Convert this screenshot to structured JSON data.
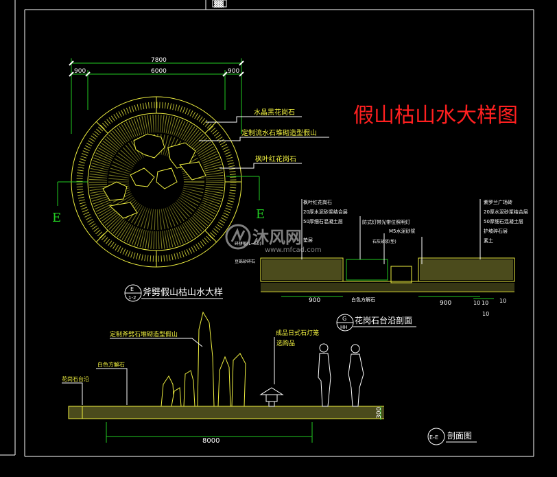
{
  "title": "假山枯山水大样图",
  "plan": {
    "dims": {
      "total": "7800",
      "left": "900",
      "mid": "6000",
      "right": "900"
    },
    "labels": [
      "水晶黑花岗石",
      "定制流水石堆砌造型假山",
      "枫叶红花岗石"
    ],
    "section_marks": [
      "E",
      "E"
    ],
    "caption": "斧劈假山枯山水大样",
    "tag_top": "E",
    "tag_bottom": "1-2"
  },
  "detail": {
    "left_layers": [
      "枫叶红花岗石",
      "20厚水泥砂浆结合层",
      "50厚细石混凝土层",
      "垫层"
    ],
    "mid_label": "防式灯带光带位照明灯",
    "mid_label2": "M5水泥砂浆",
    "right_layers": [
      "紫罗兰广场砖",
      "20厚水泥砂浆结合层",
      "50厚细石混凝土层",
      "护坡碎石层",
      "素土"
    ],
    "small_labels": [
      "碎拼板(L=50)",
      "豆砾砂碎石",
      "石灰砂浆(垫)"
    ],
    "bottom_label": "白色方解石",
    "dims": [
      "900",
      "900",
      "10",
      "10",
      "10",
      "10"
    ],
    "caption": "花岗石台沿剖面",
    "tag_top": "G",
    "tag_bottom": "HH"
  },
  "section": {
    "labels": [
      "定制斧劈石堆砌造型假山",
      "白色方解石",
      "花岗石台沿",
      "成品日式石灯笼",
      "选购品"
    ],
    "dim_width": "8000",
    "dim_height": "300",
    "caption": "剖面图",
    "tag": "E-E"
  },
  "watermark": {
    "brand": "沐风网",
    "url": "www.mfcad.com"
  },
  "colors": {
    "line": "#f0f040",
    "green": "#22cc22",
    "white": "#ffffff",
    "red": "#ff2020",
    "hatch": "#d6d650"
  }
}
